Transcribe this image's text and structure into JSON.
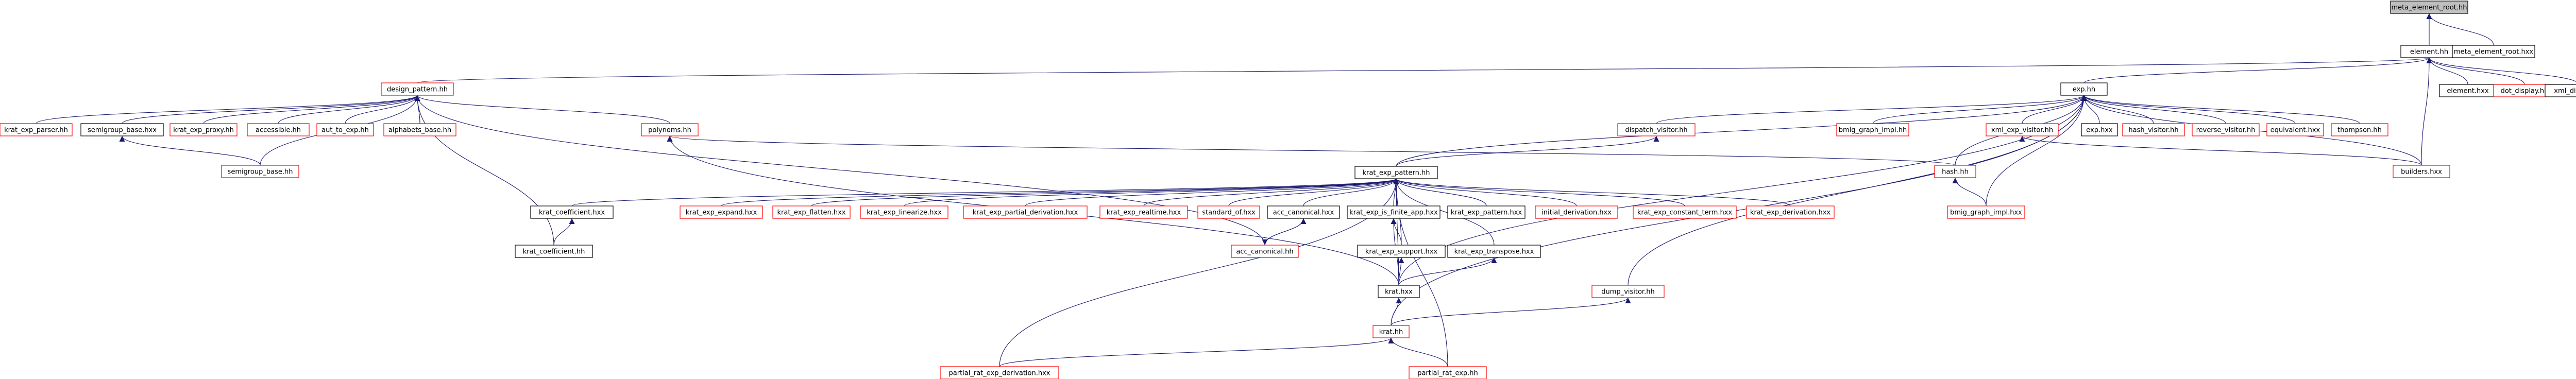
{
  "graph": {
    "nodes": [
      {
        "id": "meta_element_root_hh",
        "label": "meta_element_root.hh"
      },
      {
        "id": "element_hh",
        "label": "element.hh"
      },
      {
        "id": "meta_element_root_hxx",
        "label": "meta_element_root.hxx"
      },
      {
        "id": "design_pattern_hh",
        "label": "design_pattern.hh"
      },
      {
        "id": "exp_hh",
        "label": "exp.hh"
      },
      {
        "id": "element_hxx",
        "label": "element.hxx"
      },
      {
        "id": "dot_display_hh",
        "label": "dot_display.hh"
      },
      {
        "id": "xml_display_hh",
        "label": "xml_display.hh"
      },
      {
        "id": "krat_exp_parser_hh",
        "label": "krat_exp_parser.hh"
      },
      {
        "id": "semigroup_base_hxx",
        "label": "semigroup_base.hxx"
      },
      {
        "id": "krat_exp_proxy_hh",
        "label": "krat_exp_proxy.hh"
      },
      {
        "id": "accessible_hh",
        "label": "accessible.hh"
      },
      {
        "id": "aut_to_exp_hh",
        "label": "aut_to_exp.hh"
      },
      {
        "id": "alphabets_base_hh",
        "label": "alphabets_base.hh"
      },
      {
        "id": "polynoms_hh",
        "label": "polynoms.hh"
      },
      {
        "id": "dispatch_visitor_hh",
        "label": "dispatch_visitor.hh"
      },
      {
        "id": "bmig_graph_impl_hh",
        "label": "bmig_graph_impl.hh"
      },
      {
        "id": "xml_exp_visitor_hh",
        "label": "xml_exp_visitor.hh"
      },
      {
        "id": "exp_hxx",
        "label": "exp.hxx"
      },
      {
        "id": "hash_visitor_hh",
        "label": "hash_visitor.hh"
      },
      {
        "id": "reverse_visitor_hh",
        "label": "reverse_visitor.hh"
      },
      {
        "id": "equivalent_hxx",
        "label": "equivalent.hxx"
      },
      {
        "id": "thompson_hh",
        "label": "thompson.hh"
      },
      {
        "id": "builders_hxx",
        "label": "builders.hxx"
      },
      {
        "id": "semigroup_base_hh",
        "label": "semigroup_base.hh"
      },
      {
        "id": "krat_exp_pattern_hh",
        "label": "krat_exp_pattern.hh"
      },
      {
        "id": "hash_hh",
        "label": "hash.hh"
      },
      {
        "id": "krat_coefficient_hxx",
        "label": "krat_coefficient.hxx"
      },
      {
        "id": "krat_exp_expand_hxx",
        "label": "krat_exp_expand.hxx"
      },
      {
        "id": "krat_exp_flatten_hxx",
        "label": "krat_exp_flatten.hxx"
      },
      {
        "id": "krat_exp_linearize_hxx",
        "label": "krat_exp_linearize.hxx"
      },
      {
        "id": "krat_exp_partial_derivation_hxx",
        "label": "krat_exp_partial_derivation.hxx"
      },
      {
        "id": "krat_exp_realtime_hxx",
        "label": "krat_exp_realtime.hxx"
      },
      {
        "id": "standard_of_hxx",
        "label": "standard_of.hxx"
      },
      {
        "id": "acc_canonical_hxx",
        "label": "acc_canonical.hxx"
      },
      {
        "id": "krat_exp_is_finite_app_hxx",
        "label": "krat_exp_is_finite_app.hxx"
      },
      {
        "id": "krat_exp_pattern_hxx",
        "label": "krat_exp_pattern.hxx"
      },
      {
        "id": "initial_derivation_hxx",
        "label": "initial_derivation.hxx"
      },
      {
        "id": "krat_exp_constant_term_hxx",
        "label": "krat_exp_constant_term.hxx"
      },
      {
        "id": "krat_exp_derivation_hxx",
        "label": "krat_exp_derivation.hxx"
      },
      {
        "id": "bmig_graph_impl_hxx",
        "label": "bmig_graph_impl.hxx"
      },
      {
        "id": "krat_coefficient_hh",
        "label": "krat_coefficient.hh"
      },
      {
        "id": "acc_canonical_hh",
        "label": "acc_canonical.hh"
      },
      {
        "id": "krat_exp_support_hxx",
        "label": "krat_exp_support.hxx"
      },
      {
        "id": "krat_exp_transpose_hxx",
        "label": "krat_exp_transpose.hxx"
      },
      {
        "id": "krat_hxx",
        "label": "krat.hxx"
      },
      {
        "id": "dump_visitor_hh",
        "label": "dump_visitor.hh"
      },
      {
        "id": "krat_hh",
        "label": "krat.hh"
      },
      {
        "id": "partial_rat_exp_derivation_hxx",
        "label": "partial_rat_exp_derivation.hxx"
      },
      {
        "id": "partial_rat_exp_hh",
        "label": "partial_rat_exp.hh"
      }
    ],
    "edges": [
      [
        "element_hh",
        "meta_element_root_hh"
      ],
      [
        "meta_element_root_hxx",
        "meta_element_root_hh"
      ],
      [
        "element_hxx",
        "element_hh"
      ],
      [
        "dot_display_hh",
        "element_hh"
      ],
      [
        "xml_display_hh",
        "element_hh"
      ],
      [
        "design_pattern_hh",
        "element_hh"
      ],
      [
        "exp_hh",
        "element_hh"
      ],
      [
        "builders_hxx",
        "element_hh"
      ],
      [
        "krat_exp_parser_hh",
        "design_pattern_hh"
      ],
      [
        "semigroup_base_hxx",
        "design_pattern_hh"
      ],
      [
        "krat_exp_proxy_hh",
        "design_pattern_hh"
      ],
      [
        "accessible_hh",
        "design_pattern_hh"
      ],
      [
        "aut_to_exp_hh",
        "design_pattern_hh"
      ],
      [
        "alphabets_base_hh",
        "design_pattern_hh"
      ],
      [
        "polynoms_hh",
        "design_pattern_hh"
      ],
      [
        "semigroup_base_hh",
        "design_pattern_hh"
      ],
      [
        "krat_coefficient_hh",
        "design_pattern_hh"
      ],
      [
        "acc_canonical_hh",
        "design_pattern_hh"
      ],
      [
        "semigroup_base_hh",
        "semigroup_base_hxx"
      ],
      [
        "dispatch_visitor_hh",
        "exp_hh"
      ],
      [
        "bmig_graph_impl_hh",
        "exp_hh"
      ],
      [
        "xml_exp_visitor_hh",
        "exp_hh"
      ],
      [
        "exp_hxx",
        "exp_hh"
      ],
      [
        "hash_visitor_hh",
        "exp_hh"
      ],
      [
        "reverse_visitor_hh",
        "exp_hh"
      ],
      [
        "equivalent_hxx",
        "exp_hh"
      ],
      [
        "thompson_hh",
        "exp_hh"
      ],
      [
        "builders_hxx",
        "exp_hh"
      ],
      [
        "krat_exp_pattern_hh",
        "exp_hh"
      ],
      [
        "hash_hh",
        "exp_hh"
      ],
      [
        "bmig_graph_impl_hxx",
        "exp_hh"
      ],
      [
        "krat_hxx",
        "exp_hh"
      ],
      [
        "dump_visitor_hh",
        "exp_hh"
      ],
      [
        "krat_hh",
        "exp_hh"
      ],
      [
        "builders_hxx",
        "xml_exp_visitor_hh"
      ],
      [
        "bmig_graph_impl_hxx",
        "hash_hh"
      ],
      [
        "hash_hh",
        "polynoms_hh"
      ],
      [
        "krat_hxx",
        "polynoms_hh"
      ],
      [
        "krat_exp_pattern_hh",
        "dispatch_visitor_hh"
      ],
      [
        "krat_coefficient_hxx",
        "krat_exp_pattern_hh"
      ],
      [
        "krat_exp_expand_hxx",
        "krat_exp_pattern_hh"
      ],
      [
        "krat_exp_flatten_hxx",
        "krat_exp_pattern_hh"
      ],
      [
        "krat_exp_linearize_hxx",
        "krat_exp_pattern_hh"
      ],
      [
        "krat_exp_partial_derivation_hxx",
        "krat_exp_pattern_hh"
      ],
      [
        "krat_exp_realtime_hxx",
        "krat_exp_pattern_hh"
      ],
      [
        "standard_of_hxx",
        "krat_exp_pattern_hh"
      ],
      [
        "acc_canonical_hxx",
        "krat_exp_pattern_hh"
      ],
      [
        "krat_exp_is_finite_app_hxx",
        "krat_exp_pattern_hh"
      ],
      [
        "krat_exp_pattern_hxx",
        "krat_exp_pattern_hh"
      ],
      [
        "initial_derivation_hxx",
        "krat_exp_pattern_hh"
      ],
      [
        "krat_exp_constant_term_hxx",
        "krat_exp_pattern_hh"
      ],
      [
        "krat_exp_derivation_hxx",
        "krat_exp_pattern_hh"
      ],
      [
        "krat_exp_support_hxx",
        "krat_exp_pattern_hh"
      ],
      [
        "krat_exp_transpose_hxx",
        "krat_exp_pattern_hh"
      ],
      [
        "krat_hxx",
        "krat_exp_pattern_hh"
      ],
      [
        "partial_rat_exp_derivation_hxx",
        "krat_exp_pattern_hh"
      ],
      [
        "partial_rat_exp_hh",
        "krat_exp_pattern_hh"
      ],
      [
        "krat_exp_pattern_hxx",
        "krat_exp_pattern_hh"
      ],
      [
        "krat_coefficient_hh",
        "krat_coefficient_hxx"
      ],
      [
        "acc_canonical_hh",
        "acc_canonical_hxx"
      ],
      [
        "acc_canonical_hxx",
        "acc_canonical_hh"
      ],
      [
        "krat_hxx",
        "krat_exp_is_finite_app_hxx"
      ],
      [
        "krat_exp_support_hxx",
        "krat_exp_is_finite_app_hxx"
      ],
      [
        "krat_hxx",
        "krat_exp_support_hxx"
      ],
      [
        "krat_hxx",
        "krat_exp_transpose_hxx"
      ],
      [
        "krat_hh",
        "krat_hxx"
      ],
      [
        "krat_hh",
        "dump_visitor_hh"
      ],
      [
        "partial_rat_exp_derivation_hxx",
        "krat_hh"
      ],
      [
        "partial_rat_exp_hh",
        "krat_hh"
      ]
    ],
    "red_nodes": [
      "design_pattern_hh",
      "dot_display_hh",
      "krat_exp_parser_hh",
      "krat_exp_proxy_hh",
      "accessible_hh",
      "aut_to_exp_hh",
      "alphabets_base_hh",
      "polynoms_hh",
      "dispatch_visitor_hh",
      "bmig_graph_impl_hh",
      "xml_exp_visitor_hh",
      "hash_visitor_hh",
      "reverse_visitor_hh",
      "equivalent_hxx",
      "thompson_hh",
      "builders_hxx",
      "semigroup_base_hh",
      "hash_hh",
      "krat_exp_expand_hxx",
      "krat_exp_flatten_hxx",
      "krat_exp_linearize_hxx",
      "krat_exp_partial_derivation_hxx",
      "krat_exp_realtime_hxx",
      "standard_of_hxx",
      "initial_derivation_hxx",
      "krat_exp_constant_term_hxx",
      "krat_exp_derivation_hxx",
      "bmig_graph_impl_hxx",
      "acc_canonical_hh",
      "dump_visitor_hh",
      "krat_hh",
      "partial_rat_exp_derivation_hxx",
      "partial_rat_exp_hh"
    ],
    "root_node": "meta_element_root_hh",
    "colors": {
      "edge": "#191970",
      "red_border": "#ff0000",
      "root_fill": "#bfbfbf"
    }
  }
}
